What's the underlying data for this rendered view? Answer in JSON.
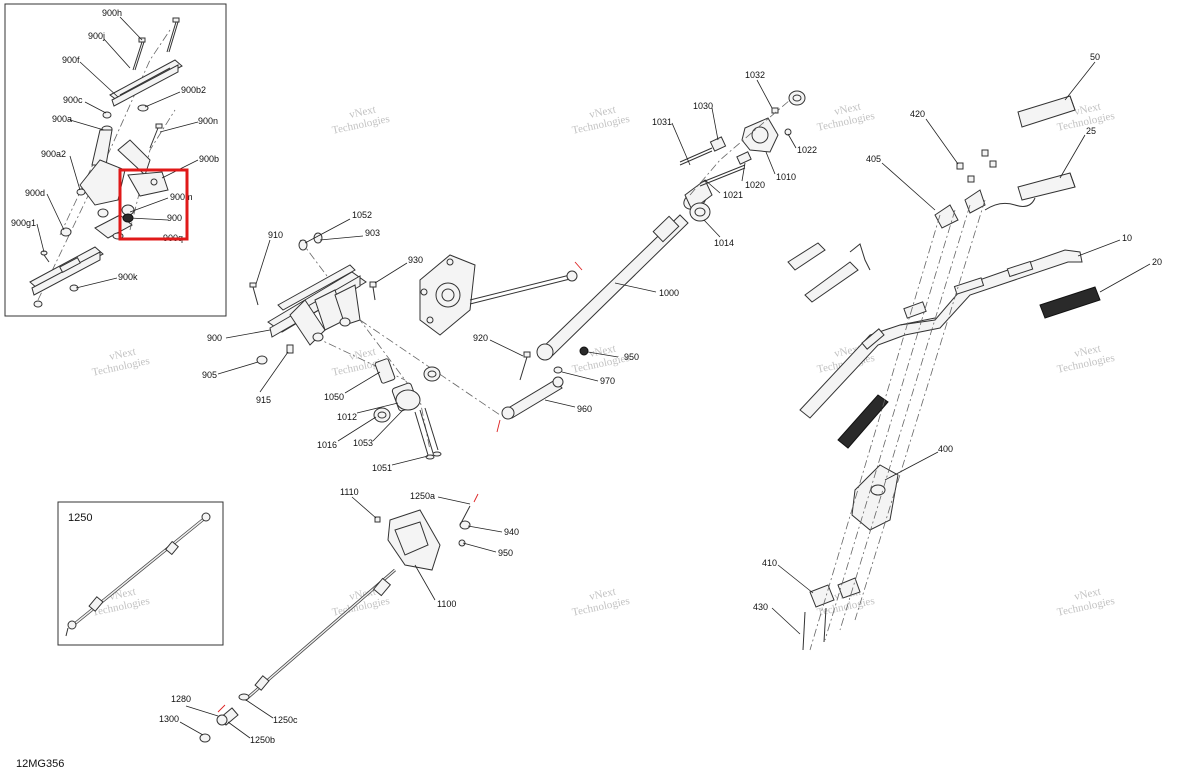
{
  "diagram_code": "12MG356",
  "watermark": {
    "line1": "vNext",
    "line2": "Technologies"
  },
  "inset_250_title": "1250",
  "highlight_color": "#e01919",
  "labels": {
    "p900h": "900h",
    "p900j": "900j",
    "p900f": "900f",
    "p900c": "900c",
    "p900b2": "900b2",
    "p900a": "900a",
    "p900n": "900n",
    "p900a2": "900a2",
    "p900b": "900b",
    "p900d": "900d",
    "p900m": "900m",
    "p900": "900",
    "p900g1": "900g1",
    "p900q": "900q",
    "p900k": "900k",
    "p910": "910",
    "p1052": "1052",
    "p903": "903",
    "p930": "930",
    "p900main": "900",
    "p905": "905",
    "p915": "915",
    "p1050": "1050",
    "p1012": "1012",
    "p1016": "1016",
    "p1053": "1053",
    "p1051": "1051",
    "p920": "920",
    "p950": "950",
    "p970": "970",
    "p960": "960",
    "p1000": "1000",
    "p1031": "1031",
    "p1030": "1030",
    "p1032": "1032",
    "p1022": "1022",
    "p1010": "1010",
    "p1020": "1020",
    "p1021": "1021",
    "p1014": "1014",
    "p50": "50",
    "p25": "25",
    "p420": "420",
    "p405": "405",
    "p10": "10",
    "p20": "20",
    "p400": "400",
    "p410": "410",
    "p430": "430",
    "p1110": "1110",
    "p1250a": "1250a",
    "p940": "940",
    "p950b": "950",
    "p1100": "1100",
    "p1280": "1280",
    "p1300": "1300",
    "p1250c": "1250c",
    "p1250b": "1250b"
  }
}
